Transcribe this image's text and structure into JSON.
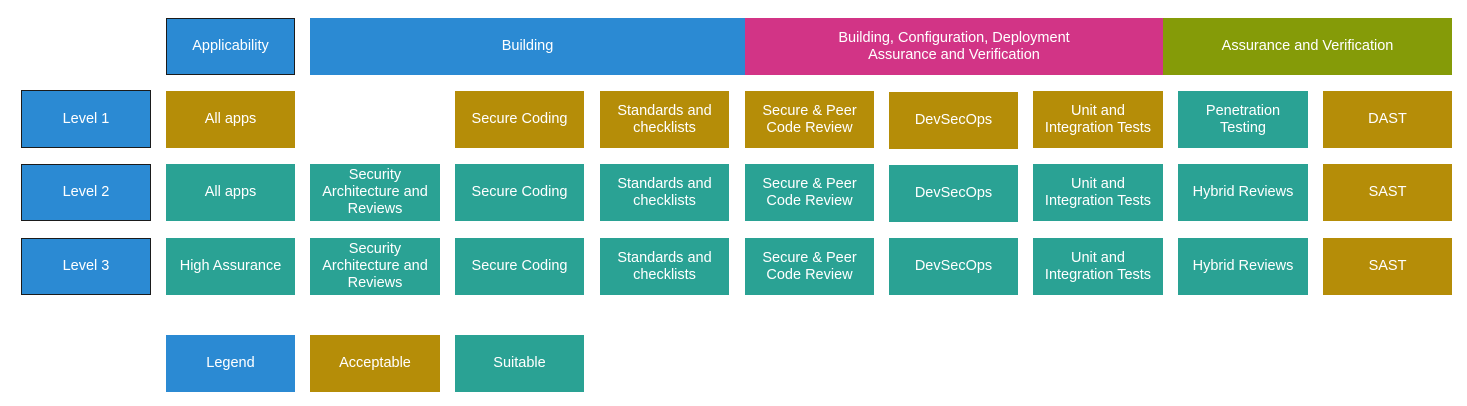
{
  "header": {
    "applicability": "Applicability",
    "building": "Building",
    "bcd_line1": "Building, Configuration, Deployment",
    "bcd_line2": "Assurance and Verification",
    "assurance": "Assurance and Verification"
  },
  "colors": {
    "blue": "#2b8ad3",
    "acceptable": "#b58d08",
    "suitable": "#2aa294",
    "magenta": "#d23486",
    "olive": "#859b08"
  },
  "level1": {
    "label": "Level 1",
    "applicability": "All apps",
    "secure_coding": "Secure Coding",
    "standards_l1": "Standards and",
    "standards_l2": "checklists",
    "peer_l1": "Secure & Peer",
    "peer_l2": "Code Review",
    "devsecops": "DevSecOps",
    "tests_l1": "Unit and",
    "tests_l2": "Integration Tests",
    "pentest_l1": "Penetration",
    "pentest_l2": "Testing",
    "tool": "DAST"
  },
  "level2": {
    "label": "Level 2",
    "applicability": "All apps",
    "arch_l1": "Security",
    "arch_l2": "Architecture and",
    "arch_l3": "Reviews",
    "secure_coding": "Secure Coding",
    "standards_l1": "Standards and",
    "standards_l2": "checklists",
    "peer_l1": "Secure & Peer",
    "peer_l2": "Code Review",
    "devsecops": "DevSecOps",
    "tests_l1": "Unit and",
    "tests_l2": "Integration Tests",
    "reviews": "Hybrid Reviews",
    "tool": "SAST"
  },
  "level3": {
    "label": "Level 3",
    "applicability": "High Assurance",
    "arch_l1": "Security",
    "arch_l2": "Architecture and",
    "arch_l3": "Reviews",
    "secure_coding": "Secure Coding",
    "standards_l1": "Standards and",
    "standards_l2": "checklists",
    "peer_l1": "Secure & Peer",
    "peer_l2": "Code Review",
    "devsecops": "DevSecOps",
    "tests_l1": "Unit and",
    "tests_l2": "Integration Tests",
    "reviews": "Hybrid Reviews",
    "tool": "SAST"
  },
  "legend": {
    "title": "Legend",
    "acceptable": "Acceptable",
    "suitable": "Suitable"
  }
}
